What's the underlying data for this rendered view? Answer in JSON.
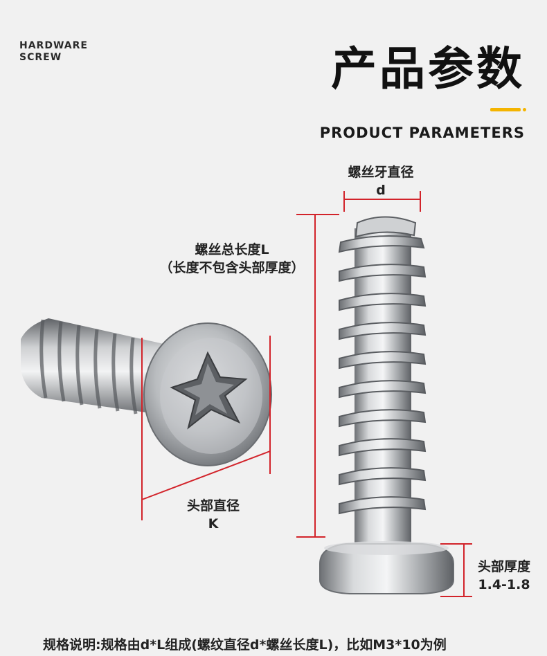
{
  "brand": {
    "line1": "HARDWARE",
    "line2": "SCREW"
  },
  "header": {
    "title": "产品参数",
    "subtitle": "PRODUCT PARAMETERS"
  },
  "labels": {
    "thread_diameter": {
      "title": "螺丝牙直径",
      "symbol": "d"
    },
    "total_length": {
      "title": "螺丝总长度L",
      "note": "（长度不包含头部厚度）"
    },
    "head_diameter": {
      "title": "头部直径",
      "symbol": "K"
    },
    "head_thickness": {
      "title": "头部厚度",
      "value": "1.4-1.8"
    }
  },
  "footer": {
    "text": "规格说明:规格由d*L组成(螺纹直径d*螺丝长度L)，比如M3*10为例"
  },
  "colors": {
    "accent": "#f4b400",
    "dimension_line": "#d2232a"
  }
}
